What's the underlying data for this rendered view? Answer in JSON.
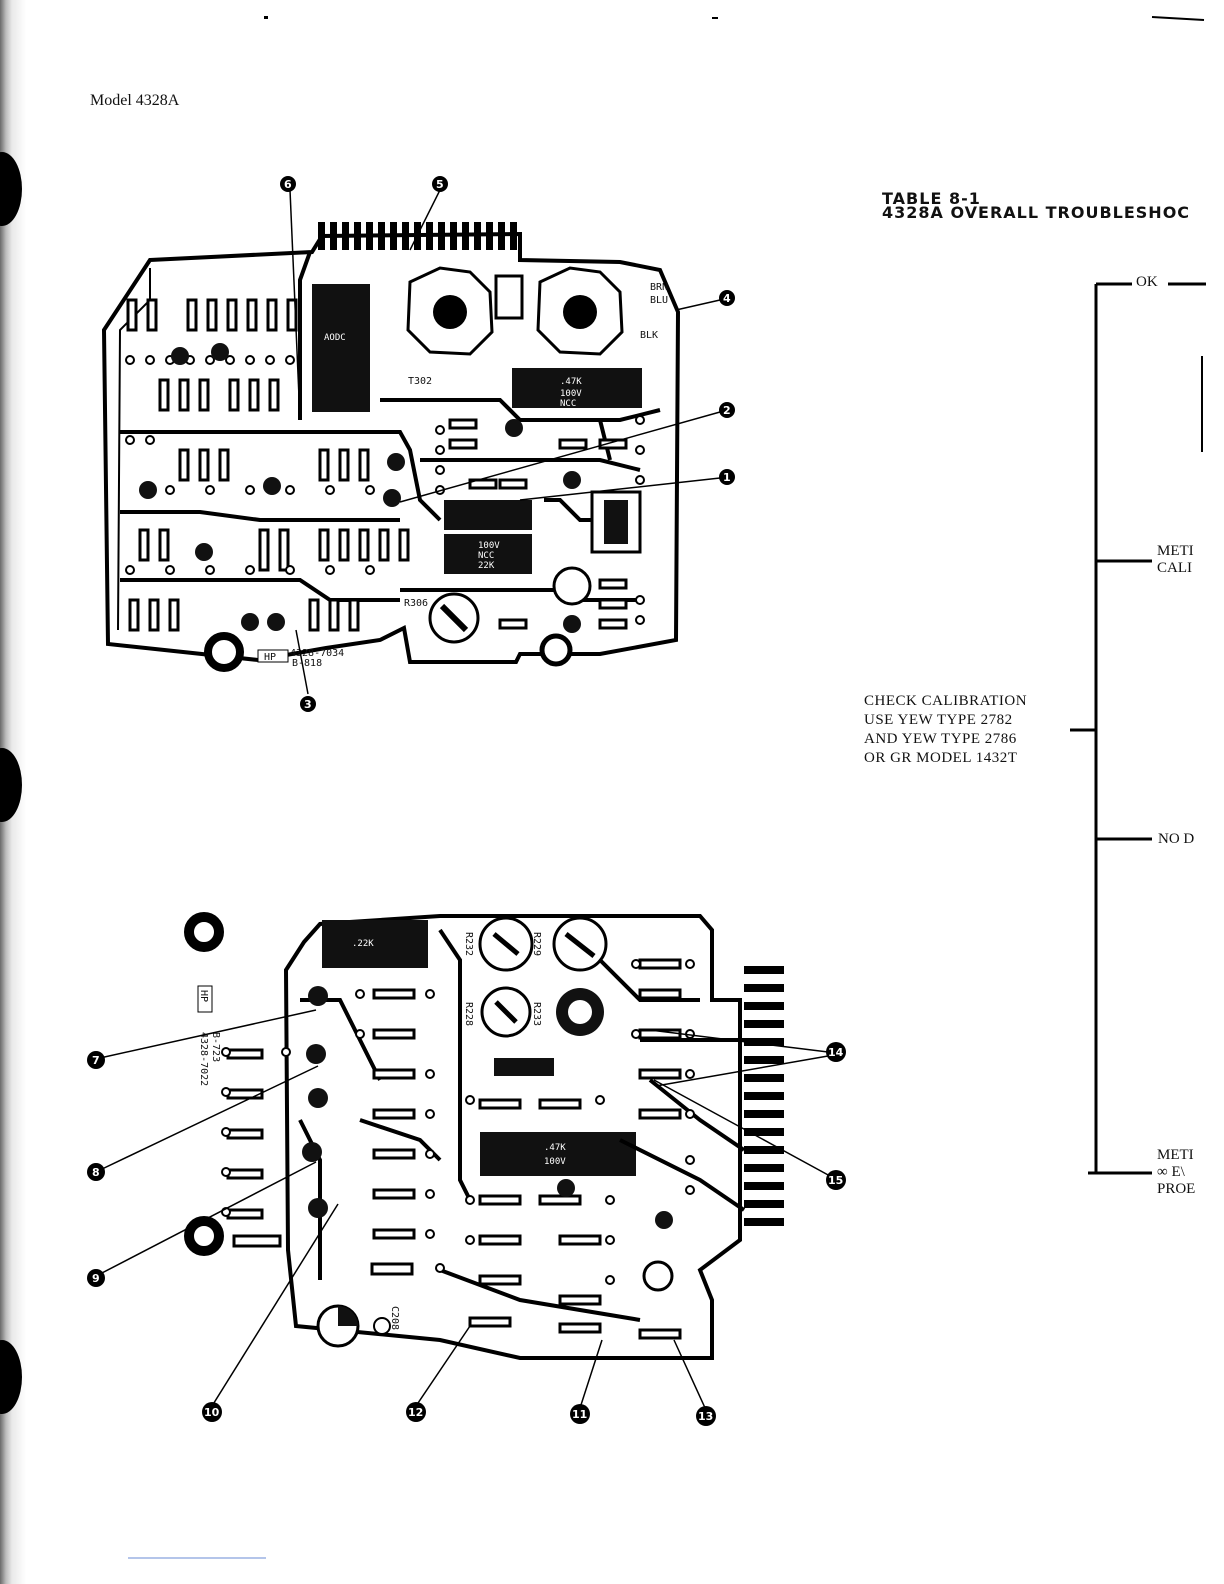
{
  "header": {
    "model": "Model 4328A"
  },
  "table": {
    "number": "TABLE 8-1",
    "title": "4328A OVERALL TROUBLESHOC"
  },
  "flow": {
    "check_lines": [
      "CHECK CALIBRATION",
      "USE YEW TYPE 2782",
      "AND YEW TYPE 2786",
      "OR GR MODEL 1432T"
    ],
    "ok": "OK",
    "meter_cal": [
      "METI",
      "CALI"
    ],
    "no_d": "NO D",
    "meter_inf": [
      "METI",
      "∞ E\\",
      "PROE"
    ]
  },
  "board_a": {
    "labels": {
      "brn": "BRN",
      "blu": "BLU",
      "blk": "BLK",
      "t302": "T302",
      "r306": "R306",
      "part": "4328-7034",
      "rev": "B-818",
      "hp": "HP",
      "r47k": ".47K",
      "r47k_v": "100V",
      "r47k_n": "NCC",
      "r22k": "22K",
      "r22k_v": "100V",
      "r22k_n": "NCC"
    },
    "callouts": [
      "1",
      "2",
      "3",
      "4",
      "5",
      "6"
    ]
  },
  "board_b": {
    "labels": {
      "hp": "HP",
      "part": "4328-7022",
      "rev": "B-723",
      "r22k": ".22K",
      "r47k": ".47K",
      "r47k_v": "100V",
      "r232": "R232",
      "r229": "R229",
      "r228": "R228",
      "r233": "R233",
      "c208": "C208"
    },
    "callouts": [
      "7",
      "8",
      "9",
      "10",
      "11",
      "12",
      "13",
      "14",
      "15"
    ]
  }
}
